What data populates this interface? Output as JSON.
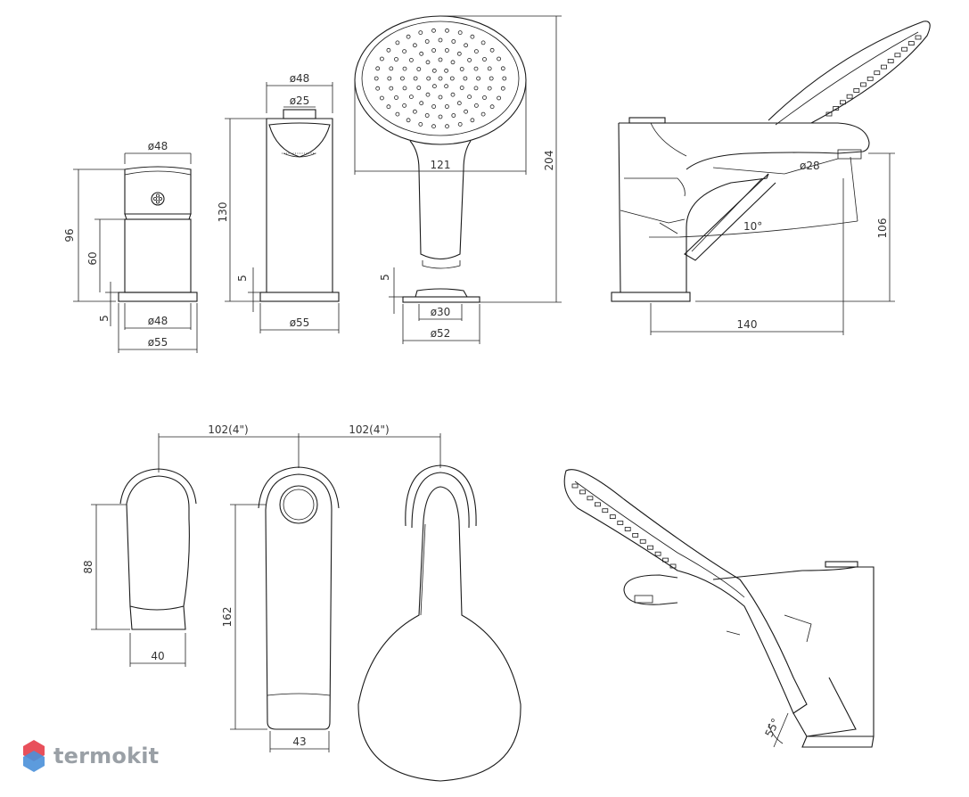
{
  "dimensions": {
    "mixer_top_dia": "ø48",
    "mixer_base_dia": "ø48",
    "mixer_plate_dia": "ø55",
    "mixer_total_height": "96",
    "mixer_body_height": "60",
    "mixer_plate_height": "5",
    "spout_top_dia": "ø48",
    "spout_outlet_dia": "ø25",
    "spout_height": "130",
    "spout_plate_height": "5",
    "spout_plate_dia": "ø55",
    "shower_head_width": "121",
    "shower_height": "204",
    "shower_plate_height": "5",
    "shower_holder_dia": "ø30",
    "shower_plate_dia": "ø52",
    "side_outlet_dia": "ø28",
    "side_angle": "10°",
    "side_height": "106",
    "side_length": "140",
    "spacing_1": "102(4\")",
    "spacing_2": "102(4\")",
    "handle_height": "88",
    "handle_width": "40",
    "spout_front_height": "162",
    "spout_front_width": "43",
    "holder_angle": "55°"
  },
  "brand": {
    "name": "termokit",
    "color_red": "#e8505b",
    "color_blue": "#4a90d9",
    "text_color": "#9aa0a6"
  }
}
